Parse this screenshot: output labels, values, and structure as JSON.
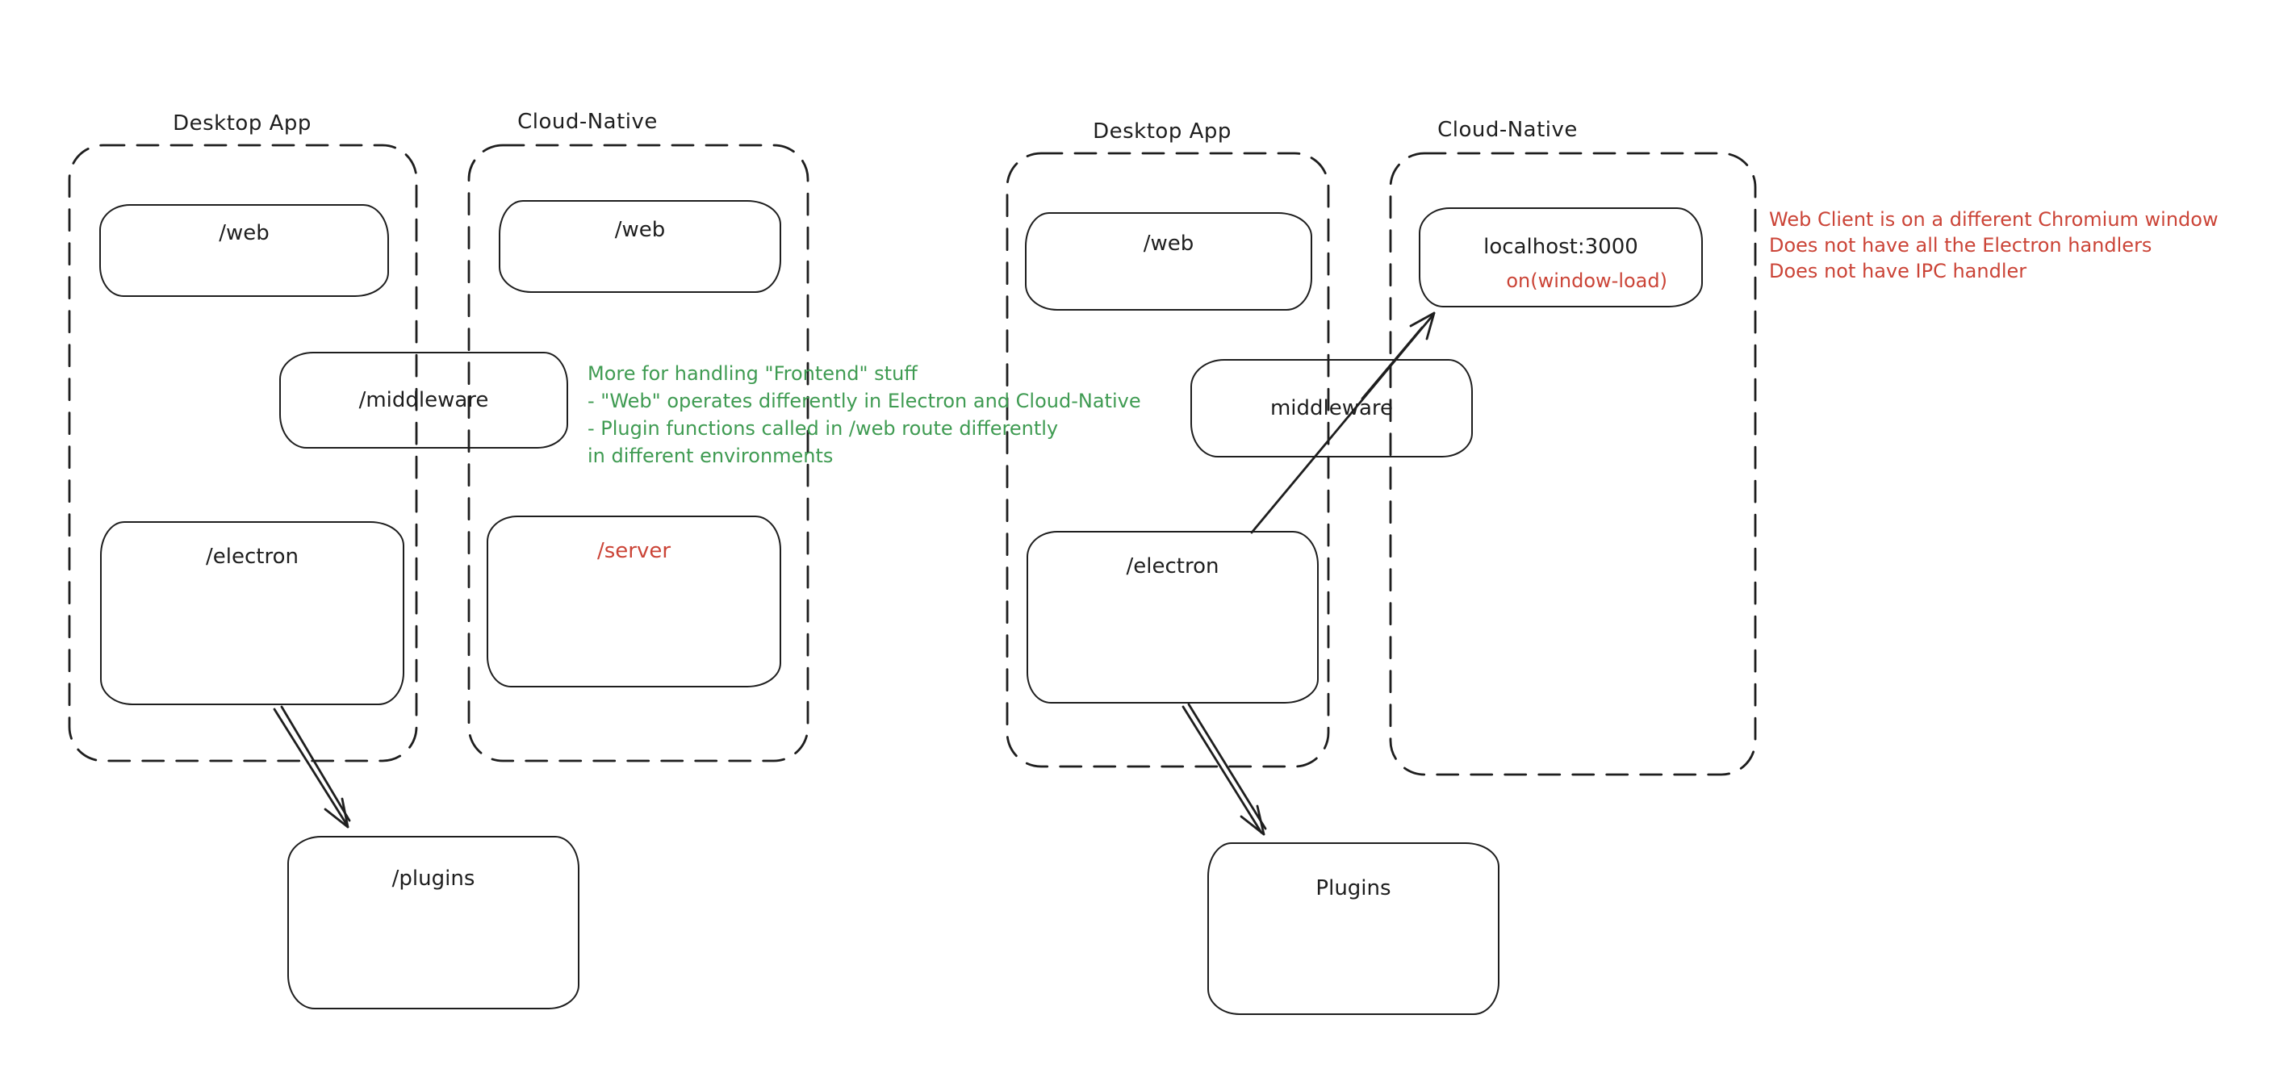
{
  "colors": {
    "ink": "#1e1e1e",
    "green": "#3f9b52",
    "red": "#cb4437",
    "background": "#ffffff"
  },
  "left_diagram": {
    "desktop_title": "Desktop App",
    "cloud_title": "Cloud-Native",
    "web1": "/web",
    "web2": "/web",
    "middleware": "/middleware",
    "electron": "/electron",
    "server": "/server",
    "plugins": "/plugins",
    "note": "More for handling \"Frontend\" stuff\n- \"Web\" operates differently in Electron and Cloud-Native\n- Plugin functions called in /web route differently\nin different environments"
  },
  "right_diagram": {
    "desktop_title": "Desktop App",
    "cloud_title": "Cloud-Native",
    "web": "/web",
    "localhost": "localhost:3000",
    "window_load": "on(window-load)",
    "middleware": "middleware",
    "electron": "/electron",
    "plugins": "Plugins",
    "note": "Web Client is on a different Chromium window\nDoes not have all the Electron handlers\nDoes not have IPC handler"
  }
}
